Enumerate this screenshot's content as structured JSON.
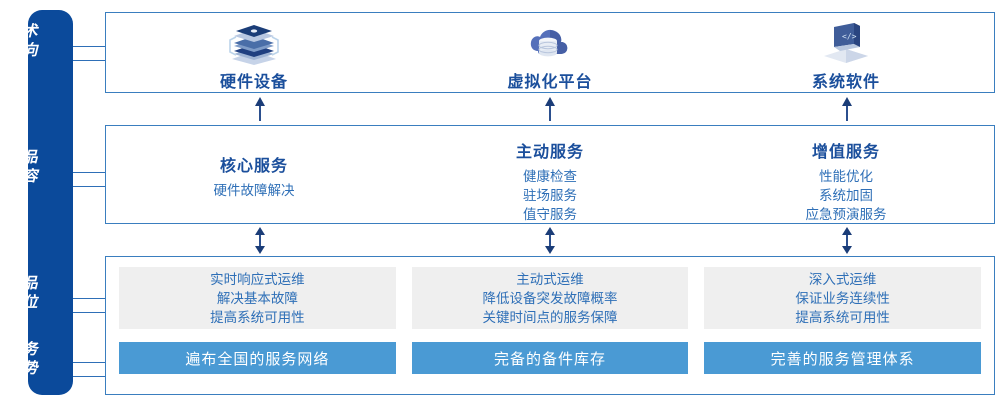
{
  "sidebar": {
    "labels": [
      {
        "name": "tech-direction",
        "line1": "技术",
        "line2": "方向"
      },
      {
        "name": "product-content",
        "line1": "产品",
        "line2": "内容"
      },
      {
        "name": "product-position",
        "line1": "产品",
        "line2": "定位"
      },
      {
        "name": "service-advantage",
        "line1": "服务",
        "line2": "优势"
      }
    ]
  },
  "tech": {
    "columns": [
      {
        "icon": "server-stack-icon",
        "label": "硬件设备"
      },
      {
        "icon": "cloud-database-icon",
        "label": "虚拟化平台"
      },
      {
        "icon": "laptop-code-icon",
        "label": "系统软件"
      }
    ]
  },
  "content": {
    "columns": [
      {
        "title": "核心服务",
        "items": [
          "硬件故障解决"
        ]
      },
      {
        "title": "主动服务",
        "items": [
          "健康检查",
          "驻场服务",
          "值守服务"
        ]
      },
      {
        "title": "增值服务",
        "items": [
          "性能优化",
          "系统加固",
          "应急预演服务"
        ]
      }
    ]
  },
  "bottom": {
    "cards": [
      {
        "lines": [
          "实时响应式运维",
          "解决基本故障",
          "提高系统可用性"
        ]
      },
      {
        "lines": [
          "主动式运维",
          "降低设备突发故障概率",
          "关键时间点的服务保障"
        ]
      },
      {
        "lines": [
          "深入式运维",
          "保证业务连续性",
          "提高系统可用性"
        ]
      }
    ],
    "bars": [
      "遍布全国的服务网络",
      "完备的备件库存",
      "完善的服务管理体系"
    ]
  },
  "colors": {
    "sidebar_blue": "#0b4a9b",
    "border_blue": "#3a7ebf",
    "title_blue": "#1b4f9c",
    "text_blue": "#2e6fb7",
    "bar_blue": "#4a9ad4",
    "card_gray": "#efefef"
  }
}
